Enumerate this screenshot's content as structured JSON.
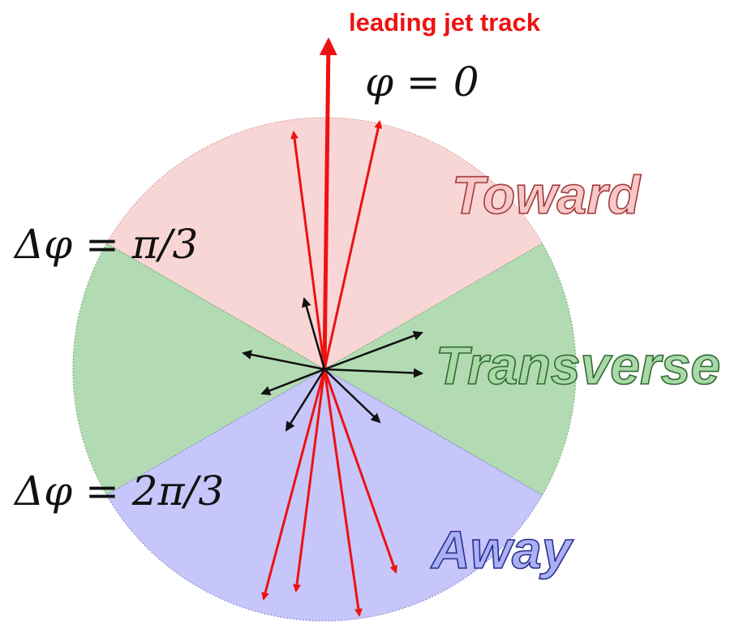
{
  "labels": {
    "leading_track": "leading jet track",
    "phi_zero": "φ = 0",
    "dphi_pi3": "Δφ = π/3",
    "dphi_2pi3": "Δφ = 2π/3",
    "toward": "Toward",
    "transverse": "Transverse",
    "away": "Away"
  },
  "colors": {
    "toward_fill": "#f9d6d6",
    "transverse_fill": "#b3dbb3",
    "away_fill": "#c6c6fb",
    "toward_text": "#f6c8c8",
    "toward_stroke": "#a33a3a",
    "transverse_text": "#a9d8a9",
    "transverse_stroke": "#2f6b2f",
    "away_text": "#aab0f4",
    "away_stroke": "#2c2f8f",
    "track_red": "#ee1111",
    "track_black": "#111111"
  },
  "icons": [
    "red-track-arrow",
    "black-track-arrow"
  ]
}
